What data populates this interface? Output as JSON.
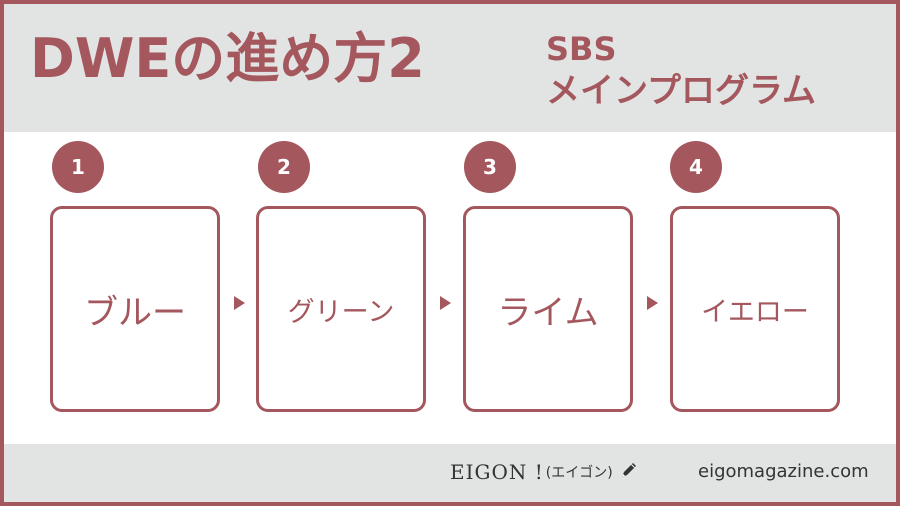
{
  "header": {
    "title": "DWEの進め方2",
    "subtitle_line1": "SBS",
    "subtitle_line2": "メインプログラム"
  },
  "steps": [
    {
      "number": "1",
      "label": "ブルー"
    },
    {
      "number": "2",
      "label": "グリーン"
    },
    {
      "number": "3",
      "label": "ライム"
    },
    {
      "number": "4",
      "label": "イエロー"
    }
  ],
  "footer": {
    "brand_name": "EIGON !",
    "brand_kana": "(エイゴン)",
    "brand_icon": "pencil-icon",
    "site": "eigomagazine.com"
  },
  "colors": {
    "accent": "#a4575d",
    "panel": "#e2e4e3",
    "background": "#ffffff"
  }
}
